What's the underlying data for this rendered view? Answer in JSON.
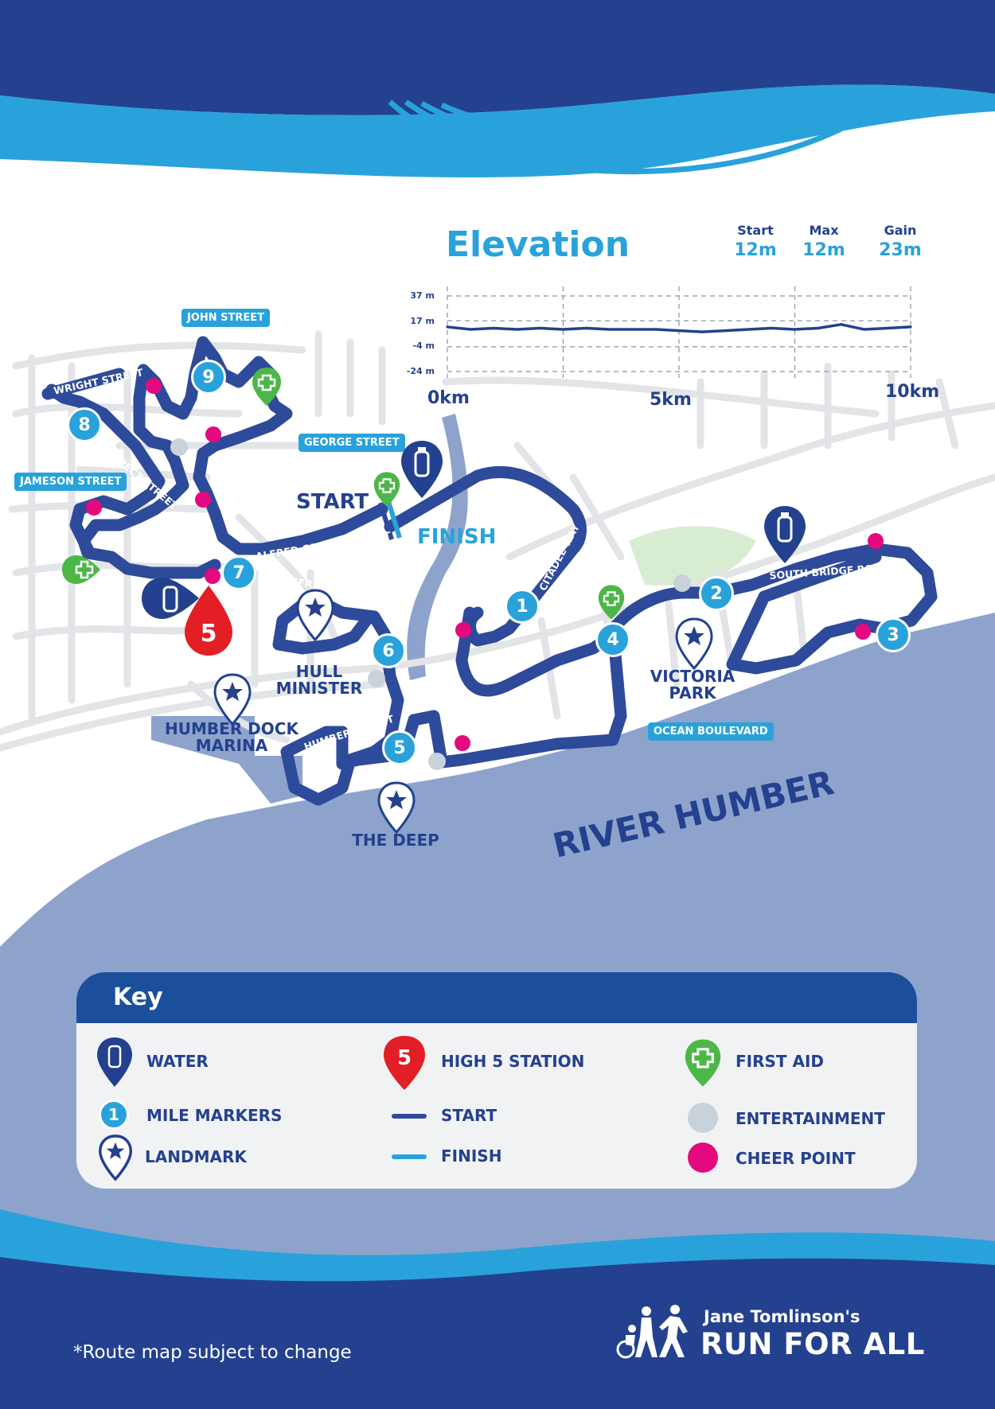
{
  "colors": {
    "navy": "#24418f",
    "blue": "#29a2db",
    "river": "#8da3cc",
    "route": "#2e4a9a",
    "cheer": "#e5097f",
    "entertainment": "#c8d2da",
    "first_aid": "#4cb748",
    "high5": "#e31e24",
    "park": "#d8ecd2"
  },
  "elevation": {
    "title": "Elevation",
    "stats": [
      {
        "label": "Start",
        "value": "12m"
      },
      {
        "label": "Max",
        "value": "12m"
      },
      {
        "label": "Gain",
        "value": "23m"
      }
    ],
    "y_ticks": [
      "37 m",
      "17 m",
      "-4 m",
      "-24 m"
    ],
    "x_ticks": [
      "0km",
      "5km",
      "10km"
    ]
  },
  "chart_data": {
    "type": "line",
    "title": "Elevation",
    "xlabel": "",
    "ylabel": "",
    "x_unit": "km",
    "y_unit": "m",
    "xlim": [
      0,
      10
    ],
    "ylim": [
      -24,
      37
    ],
    "y_ticks": [
      37,
      17,
      -4,
      -24
    ],
    "x_ticks": [
      0,
      5,
      10
    ],
    "grid": true,
    "series": [
      {
        "x": [
          0,
          0.5,
          1,
          1.5,
          2,
          2.5,
          3,
          3.5,
          4,
          4.5,
          5,
          5.5,
          6,
          6.5,
          7,
          7.5,
          8,
          8.5,
          9,
          9.5,
          10
        ],
        "values": [
          12,
          10,
          11,
          10,
          11,
          10,
          11,
          10,
          10,
          10,
          9,
          8,
          9,
          10,
          11,
          10,
          11,
          14,
          10,
          11,
          12
        ]
      }
    ]
  },
  "map": {
    "start_label": "START",
    "finish_label": "FINISH",
    "river_label": "RIVER HUMBER",
    "street_tags": [
      "JOHN STREET",
      "GEORGE STREET",
      "JAMESON STREET",
      "OCEAN BOULEVARD"
    ],
    "route_labels": [
      "WRIGHT STREET",
      "PROSPECT STREET",
      "ALFRED GELDER STREET",
      "WHITEFRIARGATE",
      "HUMBER STREET",
      "CITADEL WAY",
      "SOUTH BRIDGE ROAD"
    ],
    "landmarks": [
      "HULL MINISTER",
      "HUMBER DOCK MARINA",
      "THE DEEP",
      "VICTORIA PARK"
    ],
    "mile_markers": [
      "1",
      "2",
      "3",
      "4",
      "5",
      "6",
      "7",
      "8",
      "9"
    ]
  },
  "key": {
    "title": "Key",
    "items": [
      "WATER",
      "HIGH 5 STATION",
      "FIRST AID",
      "MILE MARKERS",
      "START",
      "ENTERTAINMENT",
      "LANDMARK",
      "FINISH",
      "CHEER POINT"
    ],
    "mile_example": "1",
    "high5_text": "5"
  },
  "footer": {
    "note": "*Route map subject to change",
    "brand_line1": "Jane Tomlinson's",
    "brand_line2": "RUN FOR ALL"
  }
}
